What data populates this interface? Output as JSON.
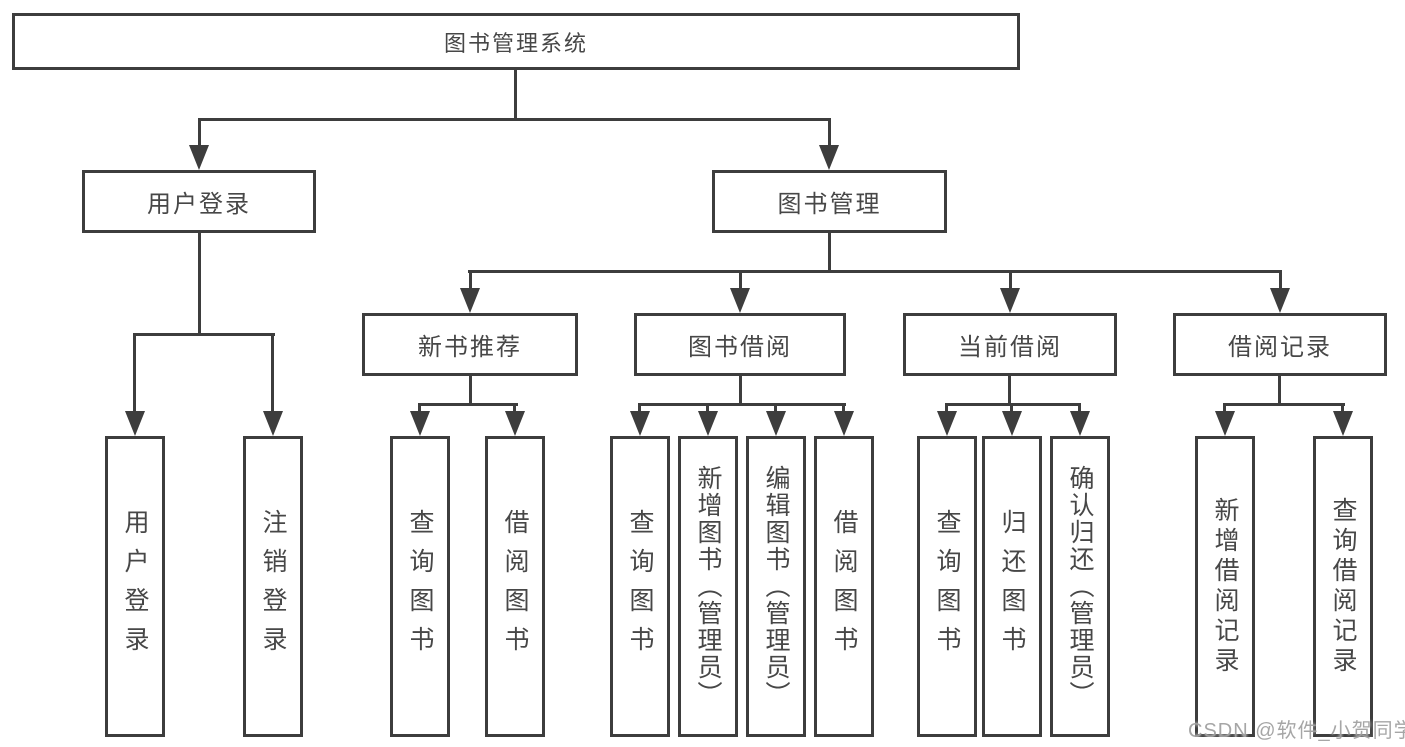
{
  "tree": {
    "root": "图书管理系统",
    "branches": [
      {
        "label": "用户登录",
        "children": [
          {
            "label": "用户登录"
          },
          {
            "label": "注销登录"
          }
        ]
      },
      {
        "label": "图书管理",
        "children": [
          {
            "label": "新书推荐",
            "children": [
              {
                "label": "查询图书"
              },
              {
                "label": "借阅图书"
              }
            ]
          },
          {
            "label": "图书借阅",
            "children": [
              {
                "label": "查询图书"
              },
              {
                "label": "新增图书（管理员）"
              },
              {
                "label": "编辑图书（管理员）"
              },
              {
                "label": "借阅图书"
              }
            ]
          },
          {
            "label": "当前借阅",
            "children": [
              {
                "label": "查询图书"
              },
              {
                "label": "归还图书"
              },
              {
                "label": "确认归还（管理员）"
              }
            ]
          },
          {
            "label": "借阅记录",
            "children": [
              {
                "label": "新增借阅记录"
              },
              {
                "label": "查询借阅记录"
              }
            ]
          }
        ]
      }
    ]
  },
  "watermark": "CSDN @软件_小贺同学",
  "colors": {
    "line": "#3d3d3d",
    "text": "#474747",
    "background": "#ffffff",
    "watermark": "#9e9e9e"
  }
}
